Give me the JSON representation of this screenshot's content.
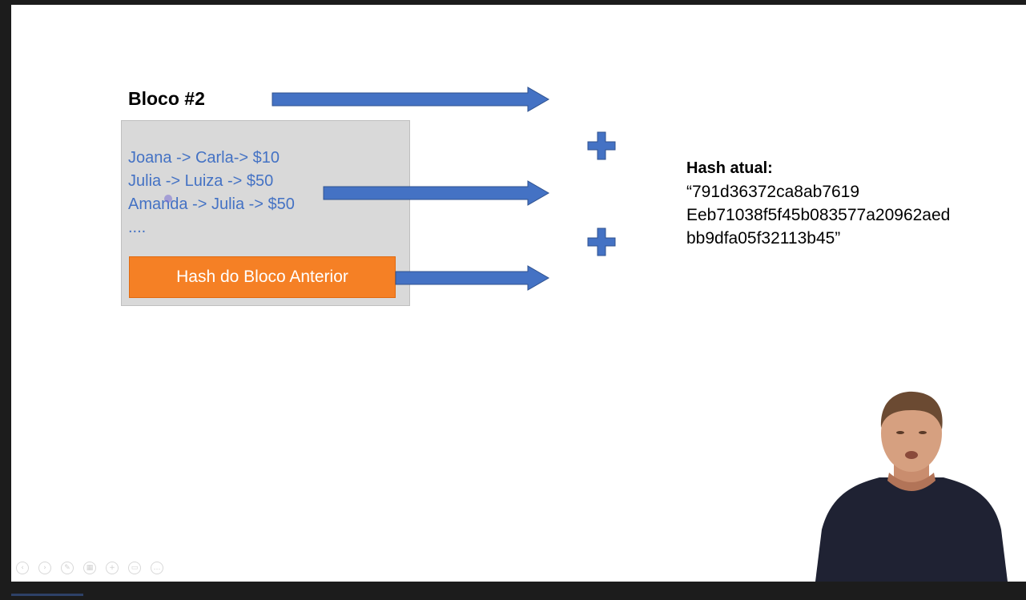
{
  "slide": {
    "title": "Bloco #2",
    "transactions": [
      "Joana -> Carla-> $10",
      "Julia -> Luiza -> $50",
      "Amanda -> Julia -> $50",
      "...."
    ],
    "prev_hash_button": "Hash do Bloco Anterior",
    "hash_label": "Hash atual:",
    "hash_lines": [
      "“791d36372ca8ab7619",
      "Eeb71038f5f45b083577a20962aed",
      "bb9dfa05f32113b45”"
    ]
  },
  "colors": {
    "arrow": "#4472c4",
    "transaction_text": "#4472c4",
    "button": "#f58025",
    "box": "#d9d9d9"
  },
  "icons": {
    "plus": "plus-icon",
    "arrow": "arrow-right-icon"
  },
  "toolbar": {
    "icons": [
      "prev-icon",
      "next-icon",
      "pen-icon",
      "slides-icon",
      "zoom-icon",
      "screen-icon",
      "more-icon"
    ]
  }
}
